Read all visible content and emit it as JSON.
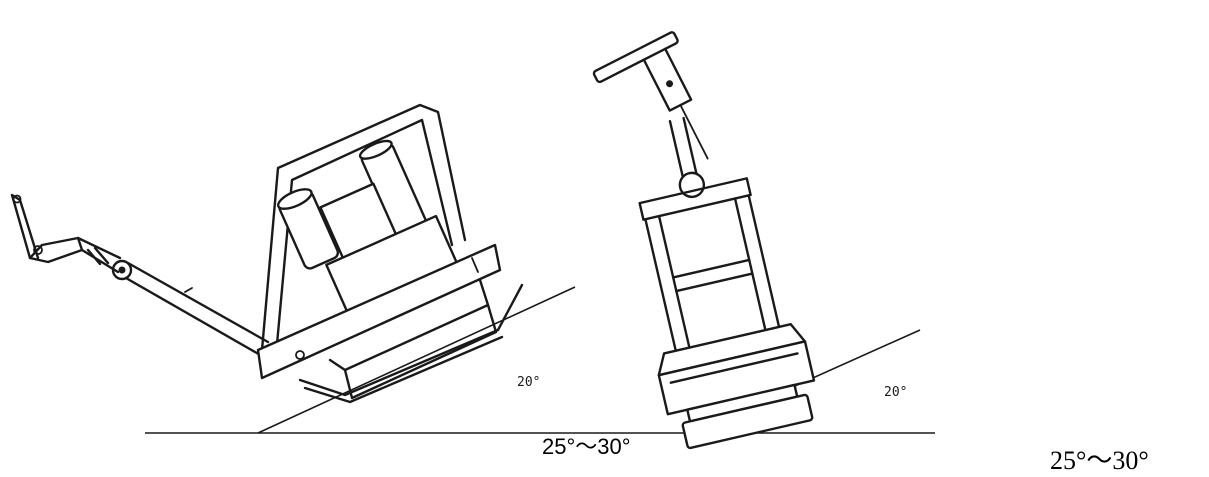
{
  "figure": {
    "left_machine": {
      "slope_angle_label": "20°"
    },
    "right_machine": {
      "slope_angle_label": "20°"
    },
    "range_label": "25°～30°",
    "outer_caption": "25°～30°"
  }
}
